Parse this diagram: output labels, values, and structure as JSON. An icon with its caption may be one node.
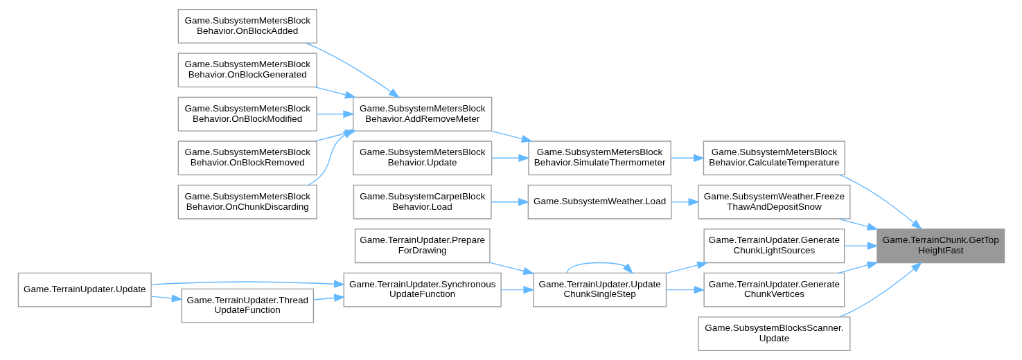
{
  "diagram": {
    "nodes": [
      {
        "text": [
          "Game.TerrainChunk.GetTop HeightFast"
        ]
      },
      {
        "text": [
          "Game.SubsystemMetersBlock Behavior.CalculateTemperature"
        ]
      },
      {
        "text": [
          "Game.SubsystemMetersBlock Behavior.SimulateThermometer"
        ]
      },
      {
        "text": [
          "Game.SubsystemMetersBlock Behavior.AddRemoveMeter"
        ]
      },
      {
        "text": [
          "Game.SubsystemMetersBlock Behavior.OnBlockAdded"
        ]
      },
      {
        "text": [
          "Game.SubsystemMetersBlock Behavior.OnBlockGenerated"
        ]
      },
      {
        "text": [
          "Game.SubsystemMetersBlock Behavior.OnBlockModified"
        ]
      },
      {
        "text": [
          "Game.SubsystemMetersBlock Behavior.OnBlockRemoved"
        ]
      },
      {
        "text": [
          "Game.SubsystemMetersBlock Behavior.OnChunkDiscarding"
        ]
      },
      {
        "text": [
          "Game.SubsystemMetersBlock Behavior.Update"
        ]
      },
      {
        "text": [
          "Game.SubsystemWeather.Freeze ThawAndDepositSnow"
        ]
      },
      {
        "text": [
          "Game.SubsystemWeather.Load"
        ]
      },
      {
        "text": [
          "Game.SubsystemCarpetBlock Behavior.Load"
        ]
      },
      {
        "text": [
          "Game.TerrainUpdater.Generate ChunkLightSources"
        ]
      },
      {
        "text": [
          "Game.TerrainUpdater.Update ChunkSingleStep"
        ]
      },
      {
        "text": [
          "Game.TerrainUpdater.Prepare ForDrawing"
        ]
      },
      {
        "text": [
          "Game.TerrainUpdater.Synchronous UpdateFunction"
        ]
      },
      {
        "text": [
          "Game.TerrainUpdater.Thread UpdateFunction"
        ]
      },
      {
        "text": [
          "Game.TerrainUpdater.Update"
        ]
      },
      {
        "text": [
          "Game.TerrainUpdater.Generate ChunkVertices"
        ]
      },
      {
        "text": [
          "Game.SubsystemBlocksScanner. Update"
        ]
      }
    ],
    "edges": [
      {
        "from": 1,
        "to": 0,
        "arrow": "to"
      },
      {
        "from": 10,
        "to": 0,
        "arrow": "to"
      },
      {
        "from": 13,
        "to": 0,
        "arrow": "to"
      },
      {
        "from": 19,
        "to": 0,
        "arrow": "to"
      },
      {
        "from": 20,
        "to": 0,
        "arrow": "to"
      },
      {
        "from": 2,
        "to": 1,
        "arrow": "to"
      },
      {
        "from": 3,
        "to": 2,
        "arrow": "to"
      },
      {
        "from": 9,
        "to": 2,
        "arrow": "to"
      },
      {
        "from": 4,
        "to": 3,
        "arrow": "to"
      },
      {
        "from": 5,
        "to": 3,
        "arrow": "to"
      },
      {
        "from": 6,
        "to": 3,
        "arrow": "to"
      },
      {
        "from": 7,
        "to": 3,
        "arrow": "to"
      },
      {
        "from": 8,
        "to": 3,
        "arrow": "to"
      },
      {
        "from": 11,
        "to": 10,
        "arrow": "to"
      },
      {
        "from": 12,
        "to": 11,
        "arrow": "to"
      },
      {
        "from": 14,
        "to": 13,
        "arrow": "to"
      },
      {
        "from": 14,
        "to": 19,
        "arrow": "to"
      },
      {
        "from": 14,
        "to": 14,
        "arrow": "to"
      },
      {
        "from": 15,
        "to": 14,
        "arrow": "to"
      },
      {
        "from": 16,
        "to": 14,
        "arrow": "to"
      },
      {
        "from": 17,
        "to": 16,
        "arrow": "to"
      },
      {
        "from": 18,
        "to": 16,
        "arrow": "to"
      },
      {
        "from": 18,
        "to": 17,
        "arrow": "to"
      }
    ]
  }
}
